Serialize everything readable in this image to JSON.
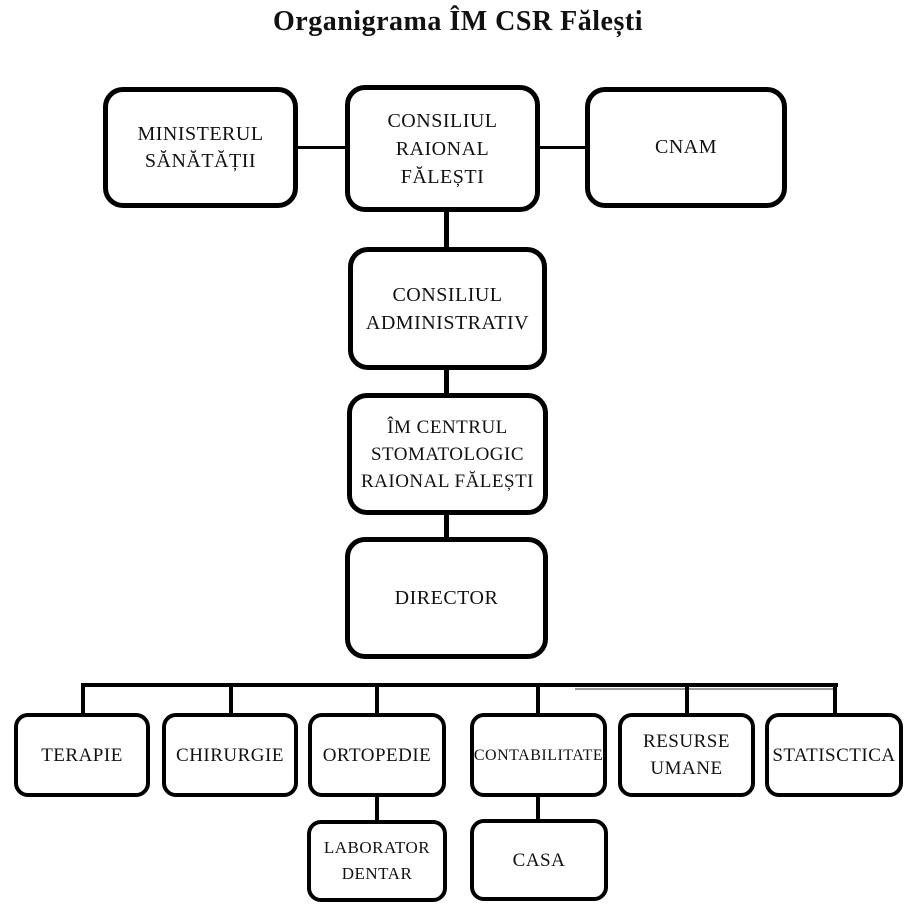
{
  "title": "Organigrama ÎM CSR Fălești",
  "colors": {
    "background": "#ffffff",
    "border": "#000000",
    "text": "#111111"
  },
  "org": {
    "nodes": {
      "ministerul": {
        "label": "MINISTERUL\nSĂNĂTĂȚII"
      },
      "consiliul_raional": {
        "label": "CONSILIUL\nRAIONAL\nFĂLEȘTI"
      },
      "cnam": {
        "label": "CNAM"
      },
      "consiliul_administrativ": {
        "label": "CONSILIUL\nADMINISTRATIV"
      },
      "im_centrul": {
        "label": "ÎM CENTRUL\nSTOMATOLOGIC\nRAIONAL FĂLEȘTI"
      },
      "director": {
        "label": "DIRECTOR"
      },
      "terapie": {
        "label": "TERAPIE"
      },
      "chirurgie": {
        "label": "CHIRURGIE"
      },
      "ortopedie": {
        "label": "ORTOPEDIE"
      },
      "contabilitate": {
        "label": "CONTABILITATE"
      },
      "resurse_umane": {
        "label": "RESURSE\nUMANE"
      },
      "statisctica": {
        "label": "STATISCTICA"
      },
      "laborator_dentar": {
        "label": "LABORATOR\nDENTAR"
      },
      "casa": {
        "label": "CASA"
      }
    },
    "edges": [
      "ministerul—consiliul_raional",
      "consiliul_raional—cnam",
      "consiliul_raional—consiliul_administrativ",
      "consiliul_administrativ—im_centrul",
      "im_centrul—director",
      "director_row—terapie",
      "director_row—chirurgie",
      "director_row—ortopedie",
      "director_row—contabilitate",
      "director_row—resurse_umane",
      "director_row—statisctica",
      "ortopedie—laborator_dentar",
      "contabilitate—casa"
    ]
  }
}
